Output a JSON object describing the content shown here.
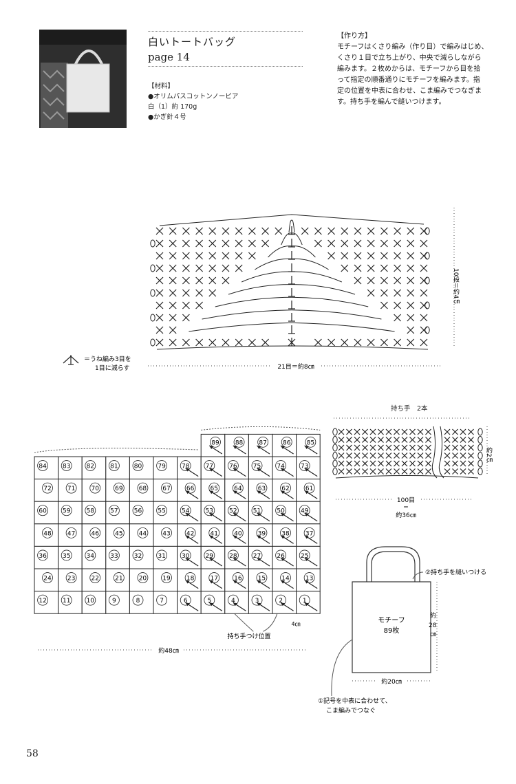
{
  "header": {
    "title": "白いトートバッグ",
    "page_ref": "page 14",
    "materials_heading": "【材料】",
    "materials": [
      "●オリムパスコットンノービア",
      "白（1）約 170g",
      "●かぎ針４号"
    ],
    "howto_heading": "【作り方】",
    "howto_lines": [
      "モチーフはくさり編み（作り目）で編みはじめ、",
      "くさり１目で立ち上がり、中央で減らしながら",
      "編みます。２枚めからは、モチーフから目を拾",
      "って指定の順番通りにモチーフを編みます。指",
      "定の位置を中表に合わせ、こま編みでつなぎま",
      "す。持ち手を編んで縫いつけます。"
    ]
  },
  "motif_chart": {
    "side_label": "10段＝約4㎝",
    "bottom_label": "21目＝約8㎝",
    "legend_text_1": "＝うね編み3目を",
    "legend_text_2": "1目に減らす"
  },
  "handle_chart": {
    "title": "持ち手　2本",
    "side_label": "約2㎝",
    "bottom_label_1": "100目",
    "bottom_label_2": "＝",
    "bottom_label_3": "約36㎝"
  },
  "assembly": {
    "grid_rows": [
      [
        "84",
        "83",
        "82",
        "81",
        "80",
        "79",
        "78",
        "77",
        "76",
        "75",
        "74",
        "73"
      ],
      [
        "72",
        "71",
        "70",
        "69",
        "68",
        "67",
        "66",
        "65",
        "64",
        "63",
        "62",
        "61"
      ],
      [
        "60",
        "59",
        "58",
        "57",
        "56",
        "55",
        "54",
        "53",
        "52",
        "51",
        "50",
        "49"
      ],
      [
        "48",
        "47",
        "46",
        "45",
        "44",
        "43",
        "42",
        "41",
        "40",
        "39",
        "38",
        "37"
      ],
      [
        "36",
        "35",
        "34",
        "33",
        "32",
        "31",
        "30",
        "29",
        "28",
        "27",
        "26",
        "25"
      ],
      [
        "24",
        "23",
        "22",
        "21",
        "20",
        "19",
        "18",
        "17",
        "16",
        "15",
        "14",
        "13"
      ],
      [
        "12",
        "11",
        "10",
        "9",
        "8",
        "7",
        "6",
        "5",
        "4",
        "3",
        "2",
        "1"
      ]
    ],
    "top_row": [
      "89",
      "88",
      "87",
      "86",
      "85"
    ],
    "handle_position_label": "持ち手つけ位置",
    "handle_gap_label": "4㎝",
    "width_label": "約48㎝"
  },
  "bag": {
    "center_1": "モチーフ",
    "center_2": "89枚",
    "note_2": "②持ち手を縫いつける",
    "height_1": "約",
    "height_2": "28",
    "height_3": "㎝",
    "width_label": "約20㎝",
    "note_1a": "①記号を中表に合わせて、",
    "note_1b": "こま編みでつなぐ"
  },
  "page_number": "58"
}
